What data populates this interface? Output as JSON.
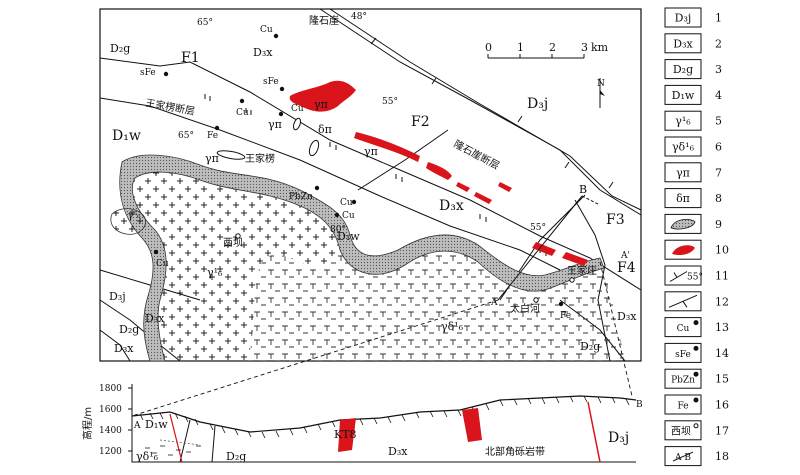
{
  "map": {
    "fault_labels": [
      "F1",
      "F2",
      "F3",
      "F4"
    ],
    "stratum_labels": {
      "d2g_nw": "D₂g",
      "d3x_n": "D₃x",
      "d3j_ne": "D₃j",
      "d1w_w": "D₁w",
      "d3x_c": "D₃x",
      "d1w_c": "D₁w",
      "d3j_sw": "D₃j",
      "d3x_sw": "D₃x",
      "d2g_sw": "D₂g",
      "d3x_sw2": "D₃x",
      "d2g_se": "D₂g",
      "d3x_se": "D₃x"
    },
    "place_names": {
      "longshiya": "隆石崖",
      "wangjialao_fault": "王家楞断层",
      "wangjialao": "王家楞",
      "longshiya_fault": "隆石崖断层",
      "xiba": "西坝",
      "wangjiazhuang": "王家庄",
      "taibaihe": "太白河"
    },
    "mineral_labels": [
      "Cu",
      "sFe",
      "sFe",
      "Cu",
      "Cu",
      "Fe",
      "PbZn",
      "Cu",
      "Cu",
      "Cu",
      "Fe"
    ],
    "intrusion_labels": [
      "γπ",
      "δπ",
      "γπ",
      "γπ",
      "γπ",
      "γ⁵₆",
      "γ¹₆",
      "γδ¹₆"
    ],
    "dips": [
      "65°",
      "48°",
      "55°",
      "65°",
      "80°",
      "55°"
    ],
    "scale": {
      "ticks": [
        "0",
        "1",
        "2",
        "3"
      ],
      "unit": "km"
    },
    "north": "N",
    "section_ends": [
      "A",
      "B",
      "A'"
    ]
  },
  "section": {
    "y_axis_label": "高程/m",
    "y_ticks": [
      "1800",
      "1600",
      "1400",
      "1200"
    ],
    "labels": {
      "a": "A",
      "b": "B",
      "d1w": "D₁w",
      "gd": "γδ¹₆",
      "d2g": "D₂g",
      "kt8": "KT8",
      "d3x": "D₃x",
      "belt": "北部角砾岩带",
      "d3j": "D₃j"
    }
  },
  "legend": {
    "items": [
      {
        "num": "1",
        "text": "D₃j"
      },
      {
        "num": "2",
        "text": "D₃x"
      },
      {
        "num": "3",
        "text": "D₂g"
      },
      {
        "num": "4",
        "text": "D₁w"
      },
      {
        "num": "5",
        "text": "γ¹₆"
      },
      {
        "num": "6",
        "text": "γδ¹₆"
      },
      {
        "num": "7",
        "text": "γπ"
      },
      {
        "num": "8",
        "text": "δπ"
      },
      {
        "num": "9",
        "text": ""
      },
      {
        "num": "10",
        "text": ""
      },
      {
        "num": "11",
        "text": "55°"
      },
      {
        "num": "12",
        "text": ""
      },
      {
        "num": "13",
        "text": "Cu"
      },
      {
        "num": "14",
        "text": "sFe"
      },
      {
        "num": "15",
        "text": "PbZn"
      },
      {
        "num": "16",
        "text": "Fe"
      },
      {
        "num": "17",
        "text": "西坝"
      },
      {
        "num": "18",
        "text": "A  B"
      }
    ]
  },
  "colors": {
    "orebody": "#d9141b",
    "breccia": "#c8c8c8",
    "line": "#111111"
  }
}
